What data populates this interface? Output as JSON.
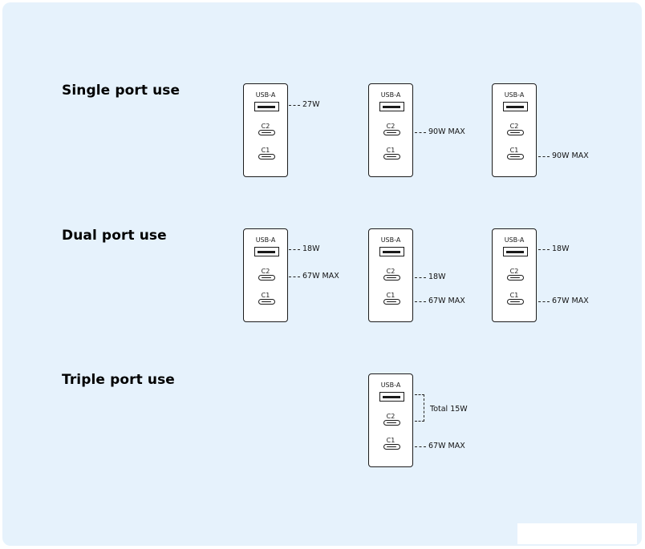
{
  "sections": {
    "single": "Single port use",
    "dual": "Dual port use",
    "triple": "Triple port use"
  },
  "ports": {
    "a": "USB-A",
    "c2": "C2",
    "c1": "C1"
  },
  "chargers": [
    {
      "callouts": [
        "27W"
      ]
    },
    {
      "callouts": [
        "90W MAX"
      ]
    },
    {
      "callouts": [
        "90W MAX"
      ]
    },
    {
      "callouts": [
        "18W",
        "67W MAX"
      ]
    },
    {
      "callouts": [
        "18W",
        "67W MAX"
      ]
    },
    {
      "callouts": [
        "18W",
        "67W MAX"
      ]
    },
    {
      "callouts": [
        "Total 15W",
        "67W MAX"
      ]
    }
  ]
}
